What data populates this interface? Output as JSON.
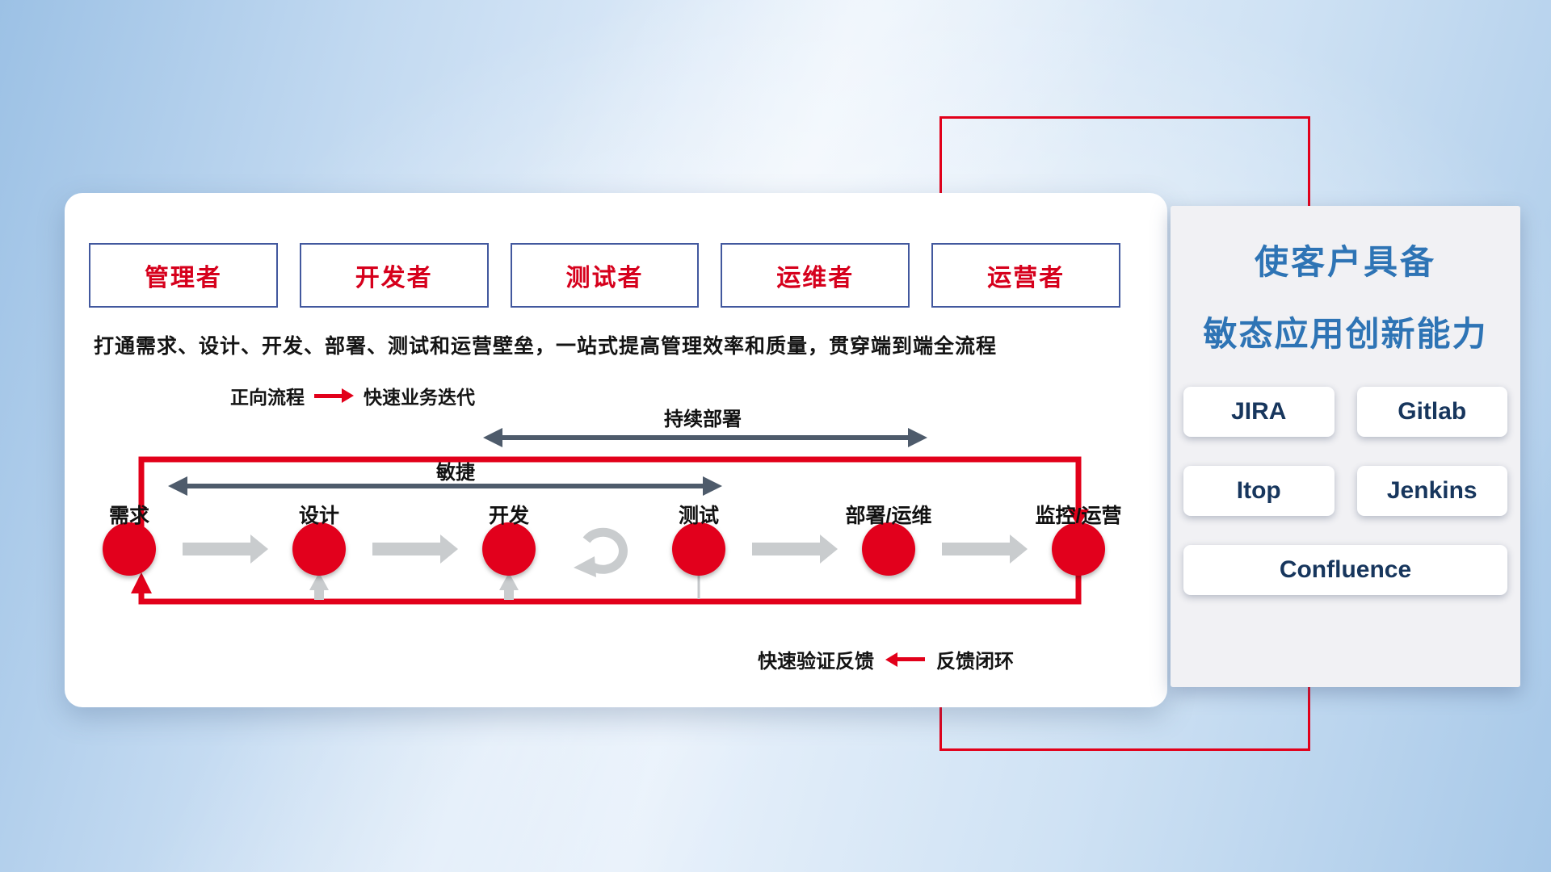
{
  "colors": {
    "brand_red": "#e2001a",
    "role_text_red": "#d6001c",
    "role_border_blue": "#42589e",
    "slate_arrow": "#4e5b6b",
    "gray_flow_arrow": "#c9ccce",
    "panel_title_blue": "#2e74b5",
    "tool_text_navy": "#17365d"
  },
  "roles": [
    "管理者",
    "开发者",
    "测试者",
    "运维者",
    "运营者"
  ],
  "description": "打通需求、设计、开发、部署、测试和运营壁垒，一站式提高管理效率和质量，贯穿端到端全流程",
  "forward_legend": {
    "label": "正向流程",
    "value": "快速业务迭代"
  },
  "spans": {
    "continuous_deploy": "持续部署",
    "agile": "敏捷"
  },
  "stages": [
    "需求",
    "设计",
    "开发",
    "测试",
    "部署/运维",
    "监控/运营"
  ],
  "feedback_legend": {
    "label": "快速验证反馈",
    "value": "反馈闭环"
  },
  "side_panel": {
    "title_line1": "使客户具备",
    "title_line2": "敏态应用创新能力",
    "tools": [
      "JIRA",
      "Gitlab",
      "Itop",
      "Jenkins",
      "Confluence"
    ]
  }
}
